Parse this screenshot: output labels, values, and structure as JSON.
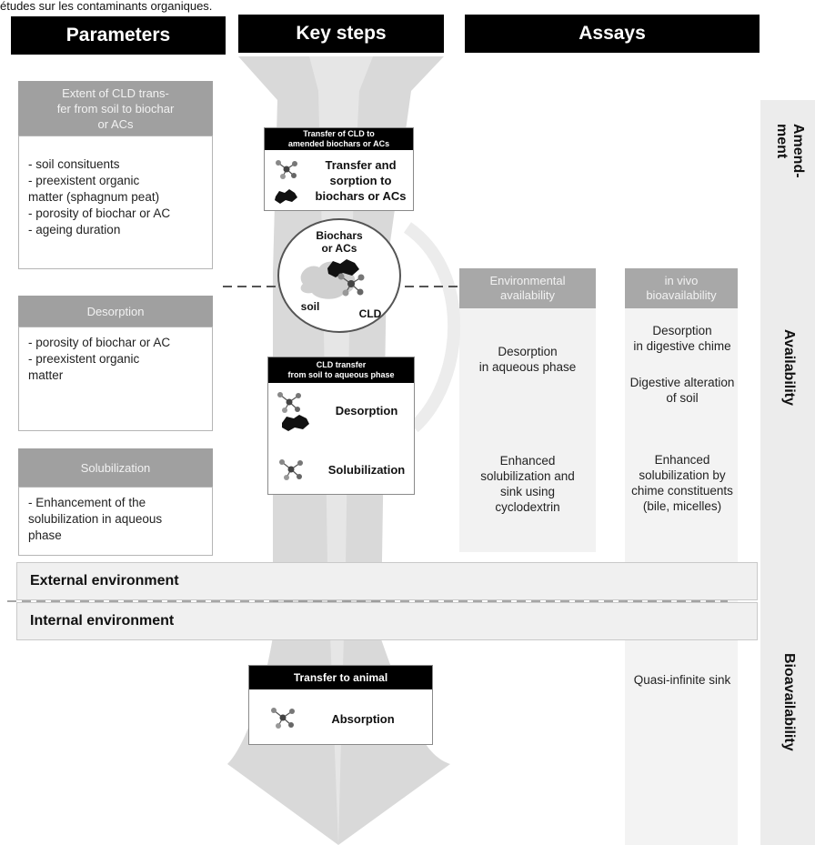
{
  "top_text": "études sur les contaminants organiques.",
  "headers": {
    "parameters": "Parameters",
    "key_steps": "Key steps",
    "assays": "Assays"
  },
  "parameters": [
    {
      "title": "Extent of CLD trans-\nfer from soil to biochar\nor ACs",
      "body": "- soil consituents\n- preexistent organic\n  matter (sphagnum peat)\n- porosity of biochar or AC\n- ageing duration"
    },
    {
      "title": "Desorption",
      "body": "- porosity of biochar or AC\n- preexistent organic\nmatter"
    },
    {
      "title": "Solubilization",
      "body": "- Enhancement of the\nsolubilization in aqueous\nphase"
    }
  ],
  "key_steps": {
    "amendment_box": {
      "title": "Transfer of CLD to\namended biochars or ACs",
      "label": "Transfer and\nsorption to\nbiochars or ACs"
    },
    "circle": {
      "top": "Biochars\nor ACs",
      "left": "soil",
      "right": "CLD"
    },
    "aqueous_box": {
      "title": "CLD transfer\nfrom soil to aqueous phase",
      "desorption": "Desorption",
      "solubilization": "Solubilization"
    },
    "animal_box": {
      "title": "Transfer to animal",
      "label": "Absorption"
    }
  },
  "assays": {
    "environmental": {
      "title": "Environmental\navailability",
      "desorption": "Desorption\nin aqueous phase",
      "solubilization": "Enhanced\nsolubilization and\nsink using\ncyclodextrin"
    },
    "in_vivo": {
      "title": "in vivo\nbioavailability",
      "desorption": "Desorption\nin digestive chime",
      "alteration": "Digestive alteration\nof soil",
      "solubilization": "Enhanced\nsolubilization by\nchime constituents\n(bile, micelles)",
      "sink": "Quasi-infinite sink"
    }
  },
  "environments": {
    "external": "External environment",
    "internal": "Internal environment"
  },
  "side_labels": {
    "amendment": "Amend-\nment",
    "availability": "Availability",
    "bioavailability": "Bioavailability"
  },
  "colors": {
    "header_bg": "#000000",
    "param_title_bg": "#a0a0a0",
    "arrow": "#d9d9d9",
    "side_band": "#ececec"
  }
}
